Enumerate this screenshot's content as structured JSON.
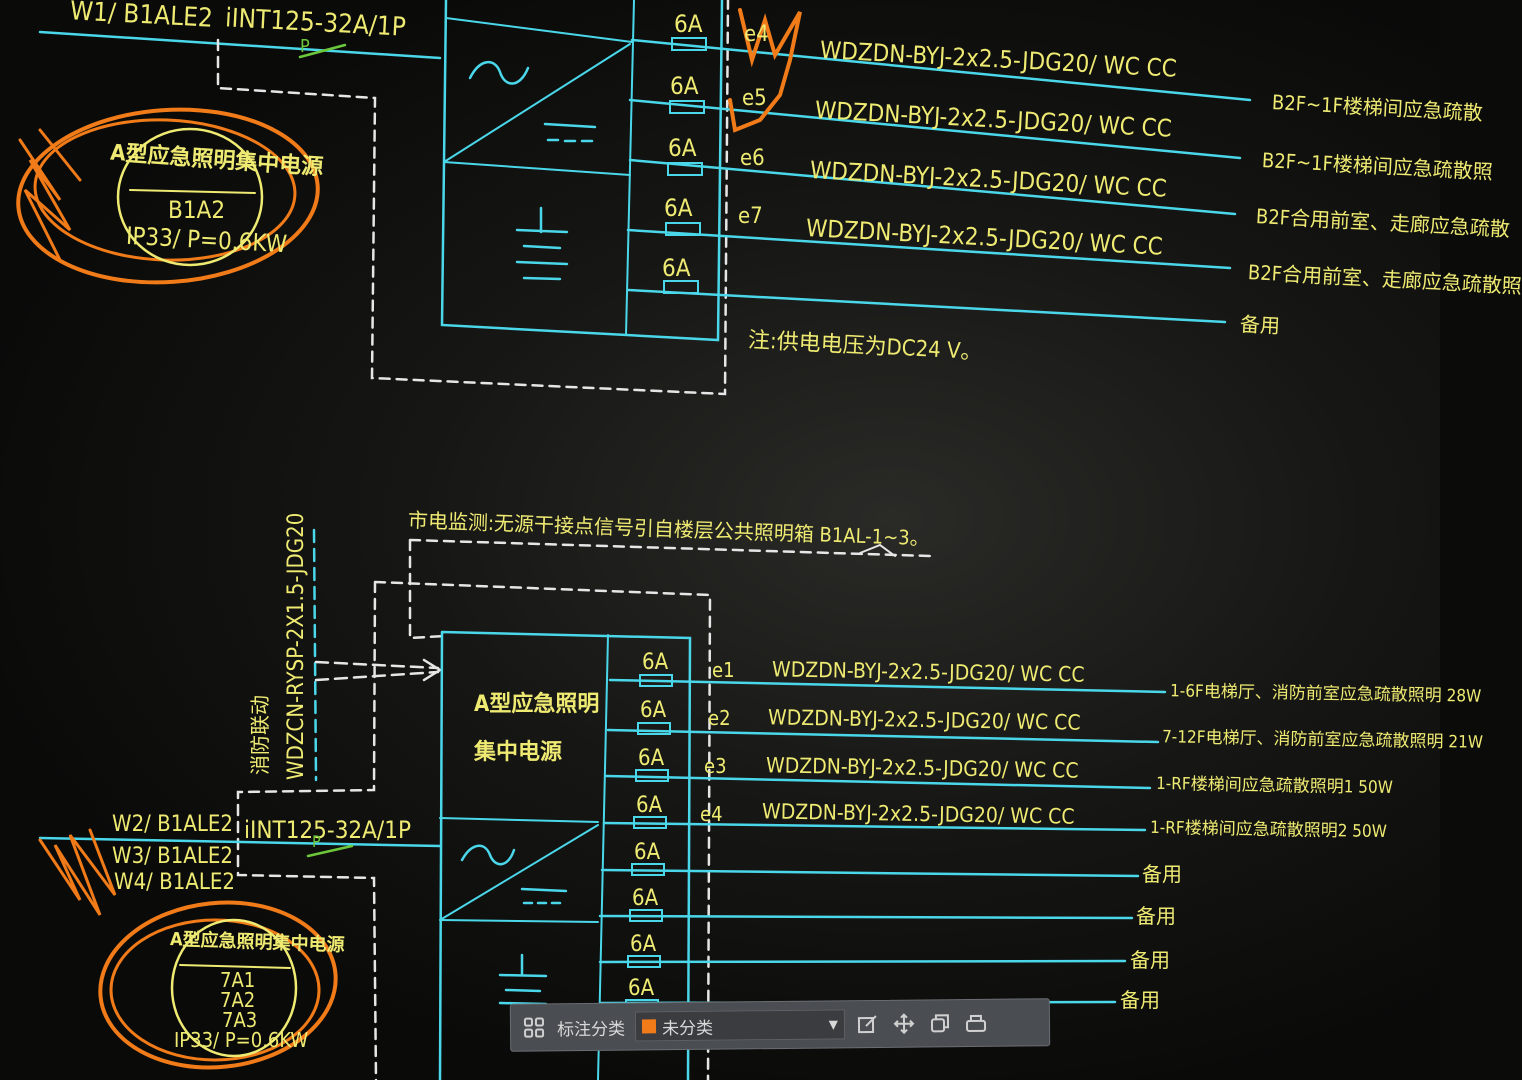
{
  "top_panel": {
    "feeder_in": "W1/ B1ALE2",
    "breaker": "iINT125-32A/1P",
    "breaker_mark": "P",
    "source_label": "A型应急照明集中电源",
    "source_id": "B1A2",
    "source_rating": "IP33/ P=0.6KW",
    "fuse_rating": "6A",
    "circuits": [
      {
        "id": "e4",
        "cable": "WDZDN-BYJ-2x2.5-JDG20/  WC CC",
        "dest": "B2F~1F楼梯间应急疏散"
      },
      {
        "id": "e5",
        "cable": "WDZDN-BYJ-2x2.5-JDG20/  WC CC",
        "dest": "B2F~1F楼梯间应急疏散照"
      },
      {
        "id": "e6",
        "cable": "WDZDN-BYJ-2x2.5-JDG20/  WC CC",
        "dest": "B2F合用前室、走廊应急疏散"
      },
      {
        "id": "e7",
        "cable": "WDZDN-BYJ-2x2.5-JDG20/  WC CC",
        "dest": "B2F合用前室、走廊应急疏散照"
      },
      {
        "id": "",
        "cable": "",
        "dest": "备用"
      }
    ],
    "note": "注:供电电压为DC24 V。"
  },
  "bottom_panel": {
    "monitor_note": "市电监测:无源干接点信号引自楼层公共照明箱 B1AL-1~3。",
    "vertical_cable": "WDZCN-RYSP-2X1.5-JDG20",
    "vertical_tag": "消防联动",
    "source_label_1": "A型应急照明",
    "source_label_2": "集中电源",
    "feeders": [
      "W2/ B1ALE2",
      "W3/ B1ALE2",
      "W4/ B1ALE2"
    ],
    "breaker": "iINT125-32A/1P",
    "breaker_mark": "P",
    "source_label": "A型应急照明集中电源",
    "source_ids": [
      "7A1",
      "7A2",
      "7A3"
    ],
    "source_rating": "IP33/ P=0.6KW",
    "fuse_rating": "6A",
    "circuits": [
      {
        "id": "e1",
        "cable": "WDZDN-BYJ-2x2.5-JDG20/  WC CC",
        "dest": "1-6F电梯厅、消防前室应急疏散照明 28W"
      },
      {
        "id": "e2",
        "cable": "WDZDN-BYJ-2x2.5-JDG20/  WC CC",
        "dest": "7-12F电梯厅、消防前室应急疏散照明 21W"
      },
      {
        "id": "e3",
        "cable": "WDZDN-BYJ-2x2.5-JDG20/  WC CC",
        "dest": "1-RF楼梯间应急疏散照明1 50W"
      },
      {
        "id": "e4",
        "cable": "WDZDN-BYJ-2x2.5-JDG20/  WC CC",
        "dest": "1-RF楼梯间应急疏散照明2 50W"
      },
      {
        "id": "",
        "cable": "",
        "dest": "备用"
      },
      {
        "id": "",
        "cable": "",
        "dest": "备用"
      },
      {
        "id": "",
        "cable": "",
        "dest": "备用"
      },
      {
        "id": "",
        "cable": "",
        "dest": "备用"
      }
    ]
  },
  "toolbar": {
    "annotation_label": "标注分类",
    "category_value": "未分类",
    "icons": [
      "grid-icon",
      "edit-icon",
      "move-icon",
      "copy-icon",
      "layers-icon"
    ]
  },
  "colors": {
    "cyan": "#4ad7ea",
    "yellow": "#eeea72",
    "white": "#e6e6e6",
    "orange": "#f07b18",
    "background": "#111110"
  }
}
